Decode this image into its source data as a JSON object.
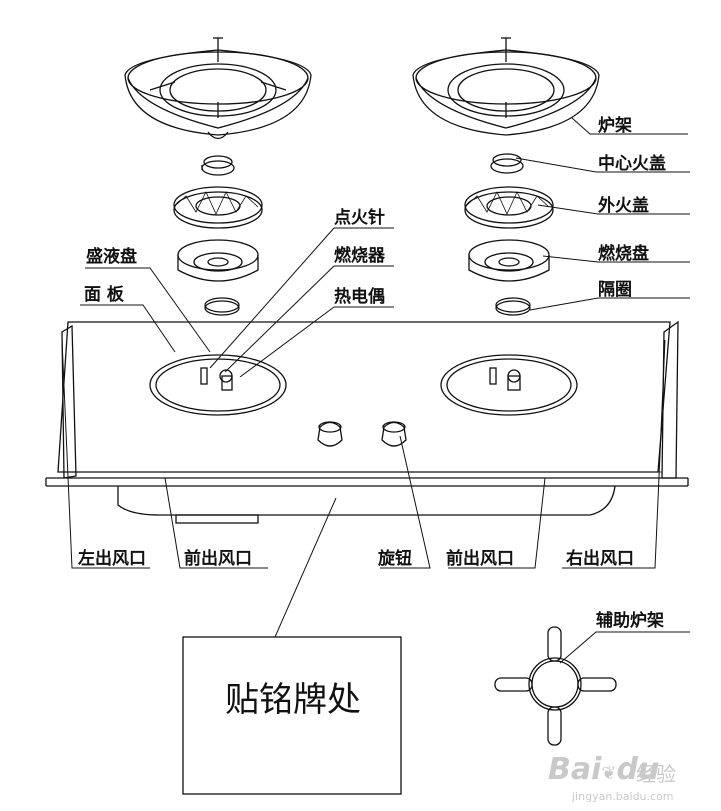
{
  "labels": {
    "burner_rack": "炉架",
    "center_cap": "中心火盖",
    "outer_cap": "外火盖",
    "burner_base": "燃烧盘",
    "spacer_ring": "隔圈",
    "igniter": "点火针",
    "burner": "燃烧器",
    "thermocouple": "热电偶",
    "drip_tray": "盛液盘",
    "panel": "面 板",
    "left_vent": "左出风口",
    "front_vent_left": "前出风口",
    "knob": "旋钮",
    "front_vent_right": "前出风口",
    "right_vent": "右出风口",
    "aux_rack": "辅助炉架"
  },
  "nameplate": {
    "text": "贴铭牌处"
  },
  "watermark": {
    "brand": "Bai",
    "paw": "du",
    "suffix": "经验",
    "url": "jingyan.baidu.com"
  },
  "colors": {
    "line": "#111111",
    "watermark": "#c9c9c9"
  }
}
